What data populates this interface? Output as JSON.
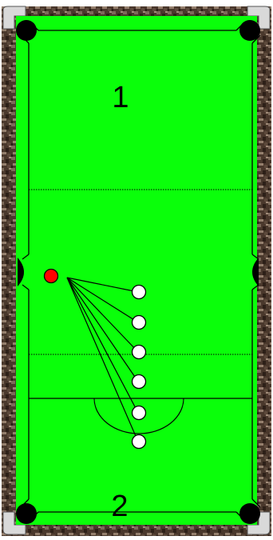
{
  "table": {
    "zone_top_label": "1",
    "zone_bottom_label": "2"
  },
  "colors": {
    "cloth": "#0aff0a",
    "cushion_line": "#000000",
    "wood_dark": "#3a2a20",
    "wood_light": "#8a7666",
    "corner_metal": "#d9d9d9",
    "pocket": "#000000",
    "object_ball": "#ff0000",
    "target_ball": "#ffffff",
    "line": "#000000"
  },
  "diagram": {
    "object_ball_count": 1,
    "target_ball_count": 6
  }
}
